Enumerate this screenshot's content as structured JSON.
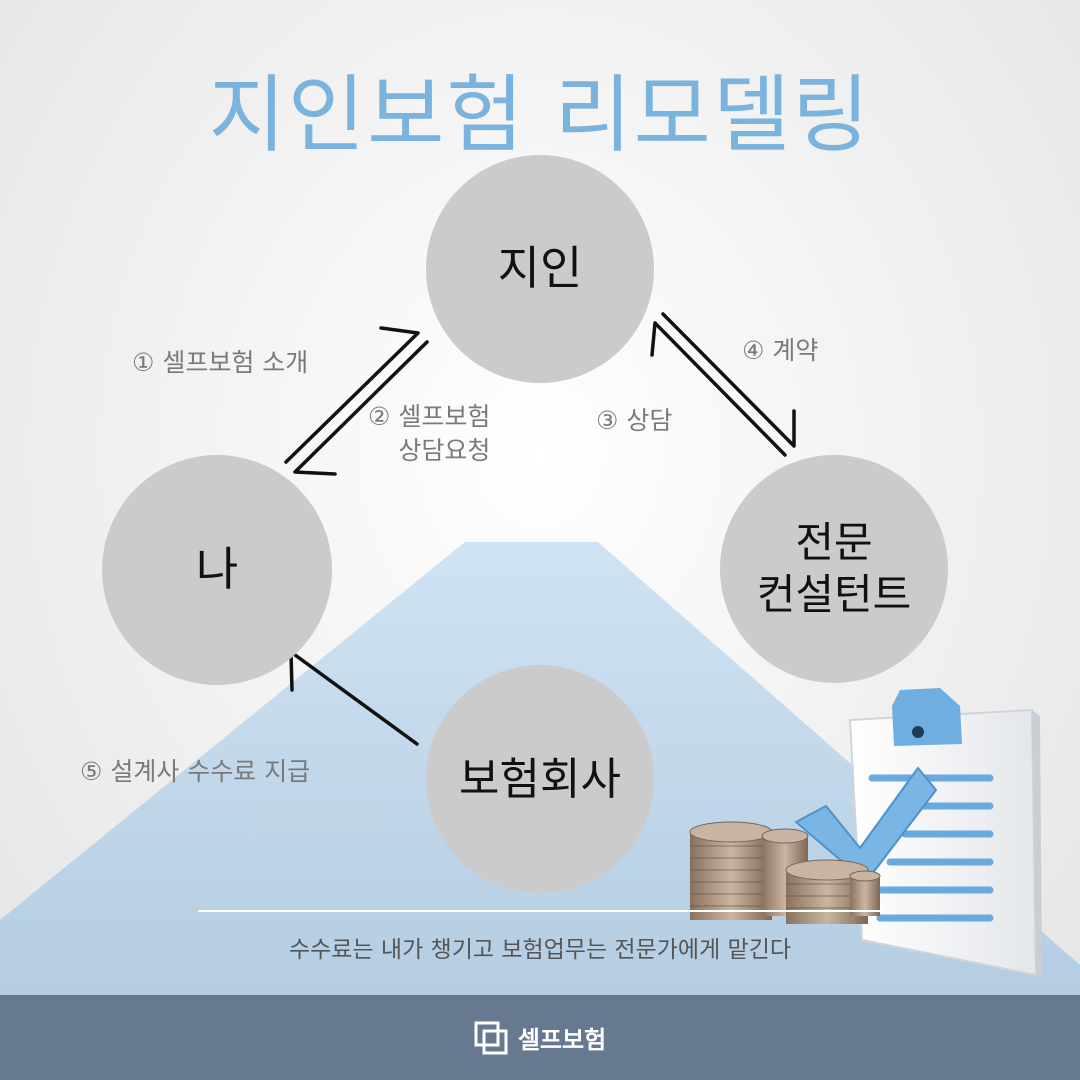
{
  "title": "지인보험 리모델링",
  "nodes": {
    "acquaintance": "지인",
    "me": "나",
    "consultant_line1": "전문",
    "consultant_line2": "컨설턴트",
    "insurer": "보험회사"
  },
  "steps": {
    "s1": "① 셀프보험  소개",
    "s2_line1": "② 셀프보험",
    "s2_line2": "상담요청",
    "s3": "③ 상담",
    "s4": "④ 계약",
    "s5": "⑤ 설계사 수수료 지급"
  },
  "tagline": "수수료는 내가 챙기고 보험업무는 전문가에게 맡긴다",
  "footer": {
    "brand": "셀프보험"
  },
  "colors": {
    "title": "#7ab3dd",
    "circle": "#cbcbcb",
    "footer": "#667990",
    "mountain": "#c9dff0"
  },
  "icons": {
    "footer_logo": "brand-logo-icon",
    "illustration": "clipboard-coins-icon"
  }
}
